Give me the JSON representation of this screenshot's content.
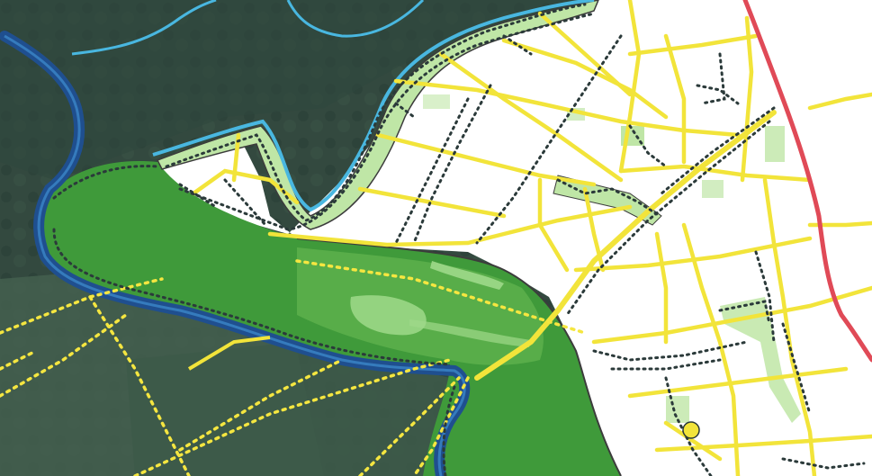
{
  "map": {
    "kind": "urban-planning-scheme",
    "labels": [],
    "colors": {
      "satellite_dark": "#2f463f",
      "satellite_mid": "#3e5a4c",
      "satellite_field": "#4a6a56",
      "forest_green": "#3f9a3a",
      "forest_light": "#5fb24e",
      "meadow_light": "#9fd98a",
      "greenbelt": "#bfe6a6",
      "river_dark": "#1f4f8f",
      "stream_light": "#49b7e0",
      "street_yellow": "#f2e43a",
      "dotted_yellow": "#f5e640",
      "rail_red": "#e04a57",
      "city_bg": "#ffffff",
      "tree_dots": "#2b3a3a",
      "outline": "#3c3c3c"
    },
    "layers": [
      "satellite-background",
      "river",
      "streams",
      "forest-park",
      "city-blocks",
      "green-belts",
      "streets",
      "dotted-planned-roads",
      "tree-rows",
      "railway"
    ]
  }
}
